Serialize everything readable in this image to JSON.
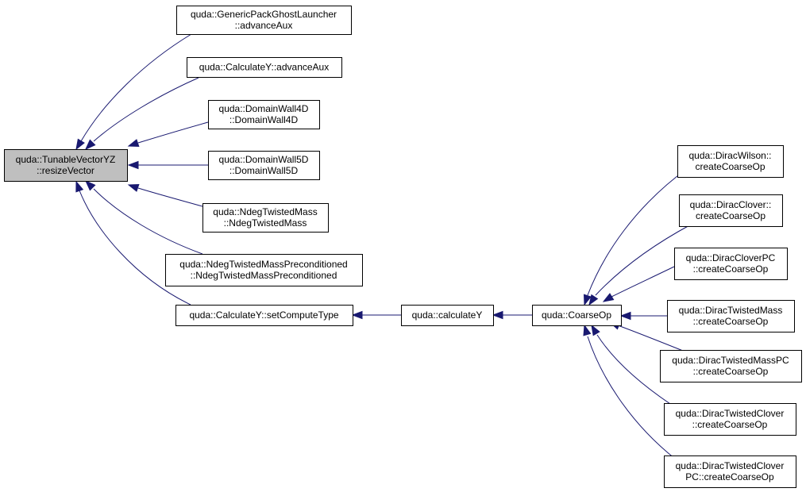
{
  "graph": {
    "nodes": [
      {
        "id": "tvyz",
        "lines": [
          "quda::TunableVectorYZ",
          "::resizeVector"
        ],
        "root": true
      },
      {
        "id": "gpgl",
        "lines": [
          "quda::GenericPackGhostLauncher",
          "::advanceAux"
        ]
      },
      {
        "id": "cyaa",
        "lines": [
          "quda::CalculateY::advanceAux"
        ]
      },
      {
        "id": "dw4d",
        "lines": [
          "quda::DomainWall4D",
          "::DomainWall4D"
        ]
      },
      {
        "id": "dw5d",
        "lines": [
          "quda::DomainWall5D",
          "::DomainWall5D"
        ]
      },
      {
        "id": "ndtm",
        "lines": [
          "quda::NdegTwistedMass",
          "::NdegTwistedMass"
        ]
      },
      {
        "id": "ndtmp",
        "lines": [
          "quda::NdegTwistedMassPreconditioned",
          "::NdegTwistedMassPreconditioned"
        ]
      },
      {
        "id": "cysct",
        "lines": [
          "quda::CalculateY::setComputeType"
        ]
      },
      {
        "id": "caly",
        "lines": [
          "quda::calculateY"
        ]
      },
      {
        "id": "cop",
        "lines": [
          "quda::CoarseOp"
        ]
      },
      {
        "id": "dwil",
        "lines": [
          "quda::DiracWilson::",
          "createCoarseOp"
        ]
      },
      {
        "id": "dclo",
        "lines": [
          "quda::DiracClover::",
          "createCoarseOp"
        ]
      },
      {
        "id": "dclopc",
        "lines": [
          "quda::DiracCloverPC",
          "::createCoarseOp"
        ]
      },
      {
        "id": "dtm",
        "lines": [
          "quda::DiracTwistedMass",
          "::createCoarseOp"
        ]
      },
      {
        "id": "dtmpc",
        "lines": [
          "quda::DiracTwistedMassPC",
          "::createCoarseOp"
        ]
      },
      {
        "id": "dtc",
        "lines": [
          "quda::DiracTwistedClover",
          "::createCoarseOp"
        ]
      },
      {
        "id": "dtcpc",
        "lines": [
          "quda::DiracTwistedClover",
          "PC::createCoarseOp"
        ]
      }
    ],
    "edges": [
      {
        "from": "gpgl",
        "to": "tvyz"
      },
      {
        "from": "cyaa",
        "to": "tvyz"
      },
      {
        "from": "dw4d",
        "to": "tvyz"
      },
      {
        "from": "dw5d",
        "to": "tvyz"
      },
      {
        "from": "ndtm",
        "to": "tvyz"
      },
      {
        "from": "ndtmp",
        "to": "tvyz"
      },
      {
        "from": "cysct",
        "to": "tvyz"
      },
      {
        "from": "caly",
        "to": "cysct"
      },
      {
        "from": "cop",
        "to": "caly"
      },
      {
        "from": "dwil",
        "to": "cop"
      },
      {
        "from": "dclo",
        "to": "cop"
      },
      {
        "from": "dclopc",
        "to": "cop"
      },
      {
        "from": "dtm",
        "to": "cop"
      },
      {
        "from": "dtmpc",
        "to": "cop"
      },
      {
        "from": "dtc",
        "to": "cop"
      },
      {
        "from": "dtcpc",
        "to": "cop"
      }
    ]
  }
}
